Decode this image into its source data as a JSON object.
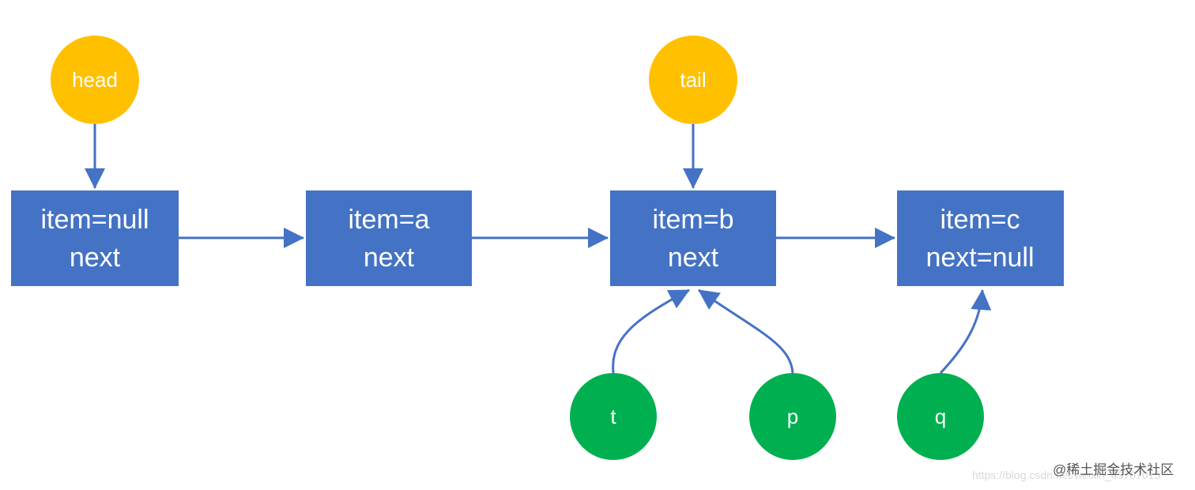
{
  "colors": {
    "node_fill": "#4472C4",
    "pointer_circle": "#FFC000",
    "cursor_circle": "#00B050",
    "arrow": "#4472C4",
    "text": "#FFFFFF"
  },
  "pointers": [
    {
      "label": "head",
      "target": "item=null"
    },
    {
      "label": "tail",
      "target": "item=b"
    }
  ],
  "nodes": [
    {
      "line1": "item=null",
      "line2": "next"
    },
    {
      "line1": "item=a",
      "line2": "next"
    },
    {
      "line1": "item=b",
      "line2": "next"
    },
    {
      "line1": "item=c",
      "line2": "next=null"
    }
  ],
  "cursors": [
    {
      "label": "t",
      "target": "item=b"
    },
    {
      "label": "p",
      "target": "item=b"
    },
    {
      "label": "q",
      "target": "item=c"
    }
  ],
  "watermark": {
    "url": "https://blog.csdn.net/weixin_43707015",
    "brand": "@稀土掘金技术社区"
  }
}
